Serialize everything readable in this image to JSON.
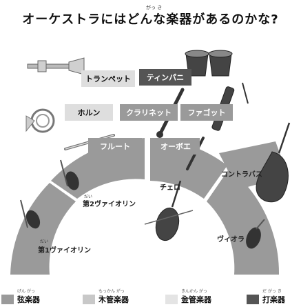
{
  "title": "オーケストラにはどんな楽器があるのかな?",
  "title_ruby": "がっ き",
  "boxes": {
    "trumpet": "トランペット",
    "timpani": "ティンパニ",
    "horn": "ホルン",
    "clarinet": "クラリネット",
    "bassoon": "ファゴット",
    "flute": "フルート",
    "oboe": "オーボエ"
  },
  "sections": {
    "violin1": "第1ヴァイオリン",
    "violin1_ruby": "だい",
    "violin2": "第2ヴァイオリン",
    "violin2_ruby": "だい",
    "cello": "チェロ",
    "viola": "ヴィオラ",
    "contrabass": "コントラバス"
  },
  "legend": [
    {
      "label": "弦楽器",
      "ruby": "げん がっ き",
      "color": "#9a9a9a"
    },
    {
      "label": "木管楽器",
      "ruby": "もっかん がっ き",
      "color": "#c8c8c8"
    },
    {
      "label": "金管楽器",
      "ruby": "きんかん がっ き",
      "color": "#e4e4e4"
    },
    {
      "label": "打楽器",
      "ruby": "だ がっ き",
      "color": "#555555"
    }
  ],
  "colors": {
    "strings": "#9a9a9a",
    "woodwind": "#c8c8c8",
    "brass": "#e4e4e4",
    "percussion": "#555555"
  }
}
